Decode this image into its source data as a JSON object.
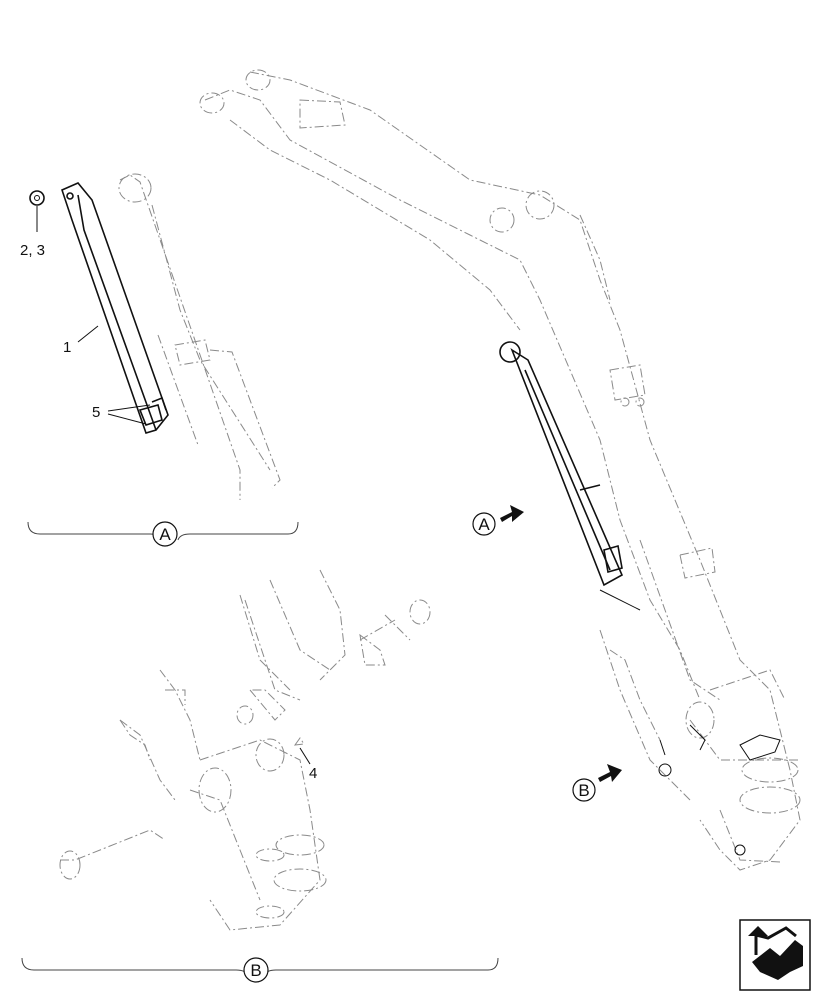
{
  "callouts": {
    "part_1": "1",
    "part_2_3": "2, 3",
    "part_4": "4",
    "part_5": "5"
  },
  "views": {
    "detail_a": "A",
    "detail_b": "B",
    "arrow_a": "A",
    "arrow_b": "B"
  },
  "icons": {
    "nav": "return-arrow-icon"
  }
}
